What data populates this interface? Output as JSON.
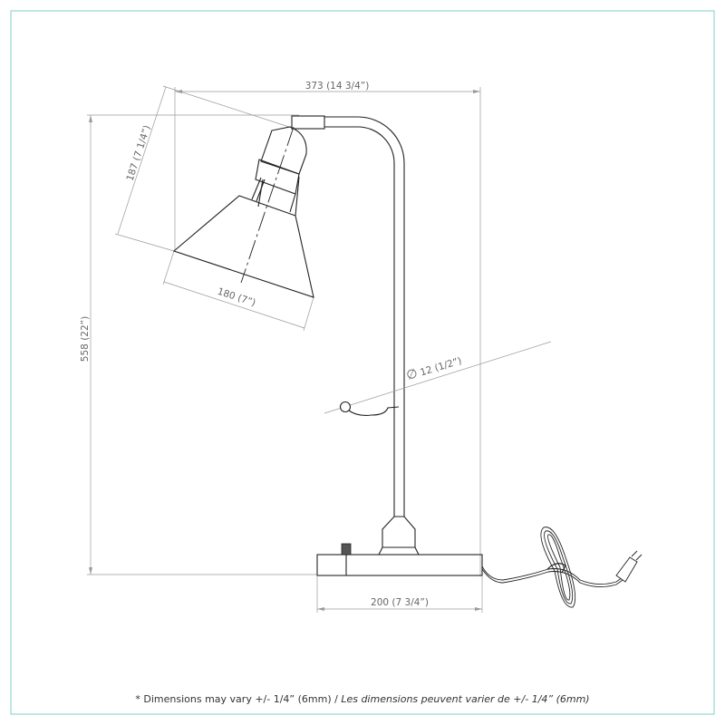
{
  "colors": {
    "frame": "#7fd0c8",
    "line": "#222222",
    "dimension": "#9a9a9a"
  },
  "dimensions": {
    "width_total": "373 (14 3/4”)",
    "height_total": "558 (22”)",
    "shade_length": "187 (7 1/4”)",
    "shade_diameter": "180 (7”)",
    "tube_diameter": "12 (1/2”)",
    "base_width": "200 (7 3/4”)"
  },
  "diameter_symbol": "∅",
  "footnote": {
    "english": "* Dimensions may vary +/- 1/4” (6mm) / ",
    "french": "Les dimensions peuvent varier de +/- 1/4” (6mm)"
  }
}
